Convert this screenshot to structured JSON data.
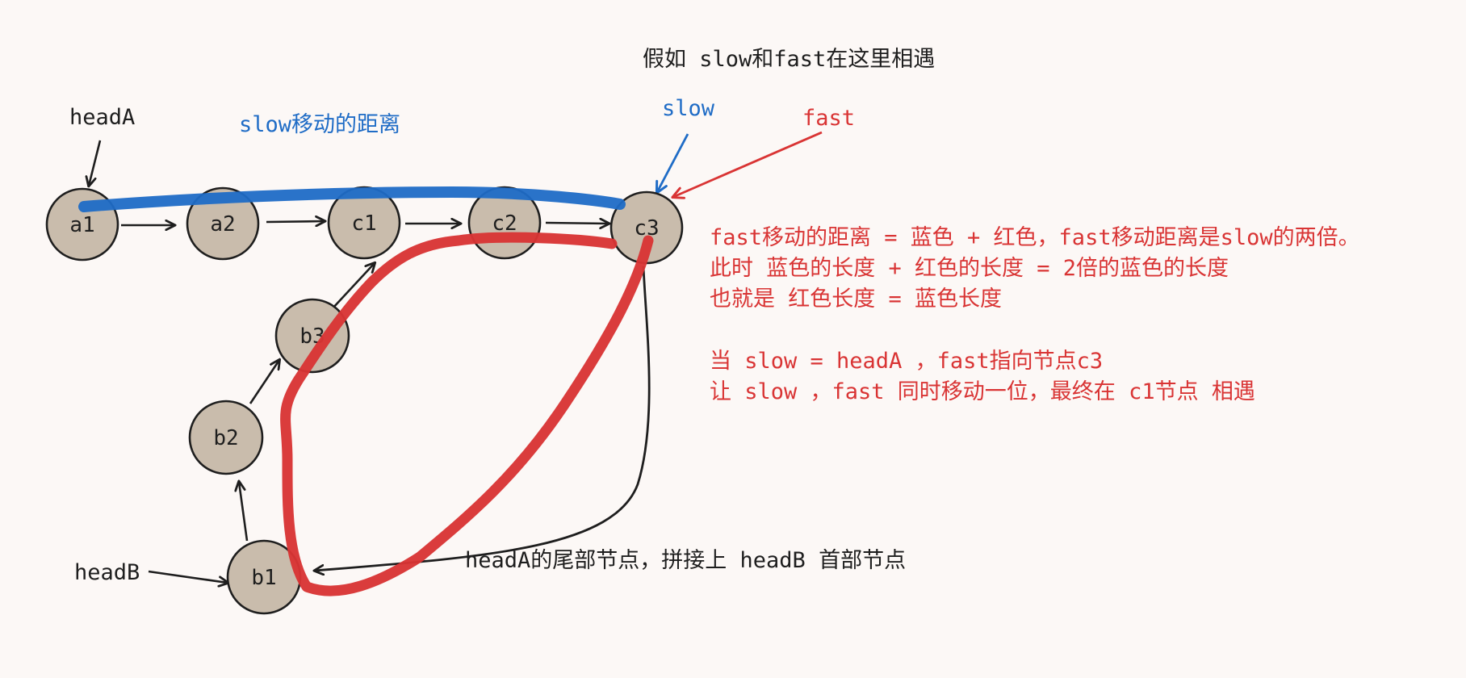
{
  "colors": {
    "background": "#fcf8f6",
    "node_fill": "#c9bcac",
    "ink": "#1e1e1e",
    "blue": "#1f6cc6",
    "red": "#d93434"
  },
  "title": "假如 slow和fast在这里相遇",
  "nodes": {
    "a1": "a1",
    "a2": "a2",
    "c1": "c1",
    "c2": "c2",
    "c3": "c3",
    "b1": "b1",
    "b2": "b2",
    "b3": "b3"
  },
  "labels": {
    "headA": "headA",
    "headB": "headB",
    "slow": "slow",
    "fast": "fast",
    "slow_distance": "slow移动的距离",
    "tail_to_head": "headA的尾部节点，拼接上 headB 首部节点"
  },
  "explanation": [
    "fast移动的距离 = 蓝色 + 红色，fast移动距离是slow的两倍。",
    "此时 蓝色的长度 + 红色的长度 = 2倍的蓝色的长度",
    "也就是 红色长度 = 蓝色长度",
    "当 slow = headA ，fast指向节点c3",
    "让 slow ，fast 同时移动一位，最终在 c1节点 相遇"
  ]
}
